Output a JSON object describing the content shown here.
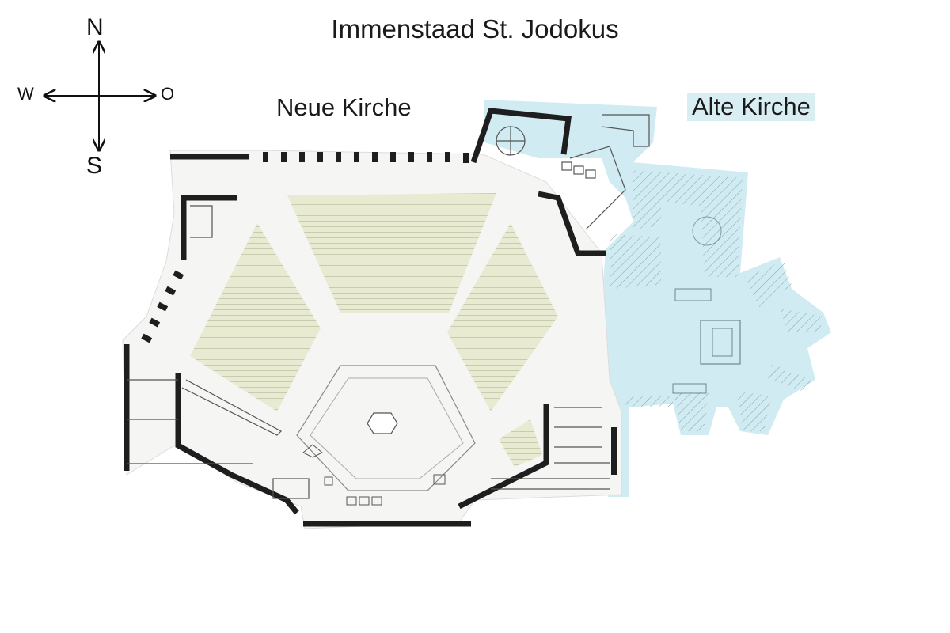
{
  "title": "Immenstaad St. Jodokus",
  "labels": {
    "new_church": "Neue Kirche",
    "old_church": "Alte Kirche"
  },
  "compass": {
    "north": "N",
    "south": "S",
    "west": "W",
    "east": "O"
  },
  "colors": {
    "old_church_highlight": "#c9e8f0",
    "pews": "#e8ead2",
    "walls": "#1e1e1e",
    "floor": "#f5f5f3"
  }
}
